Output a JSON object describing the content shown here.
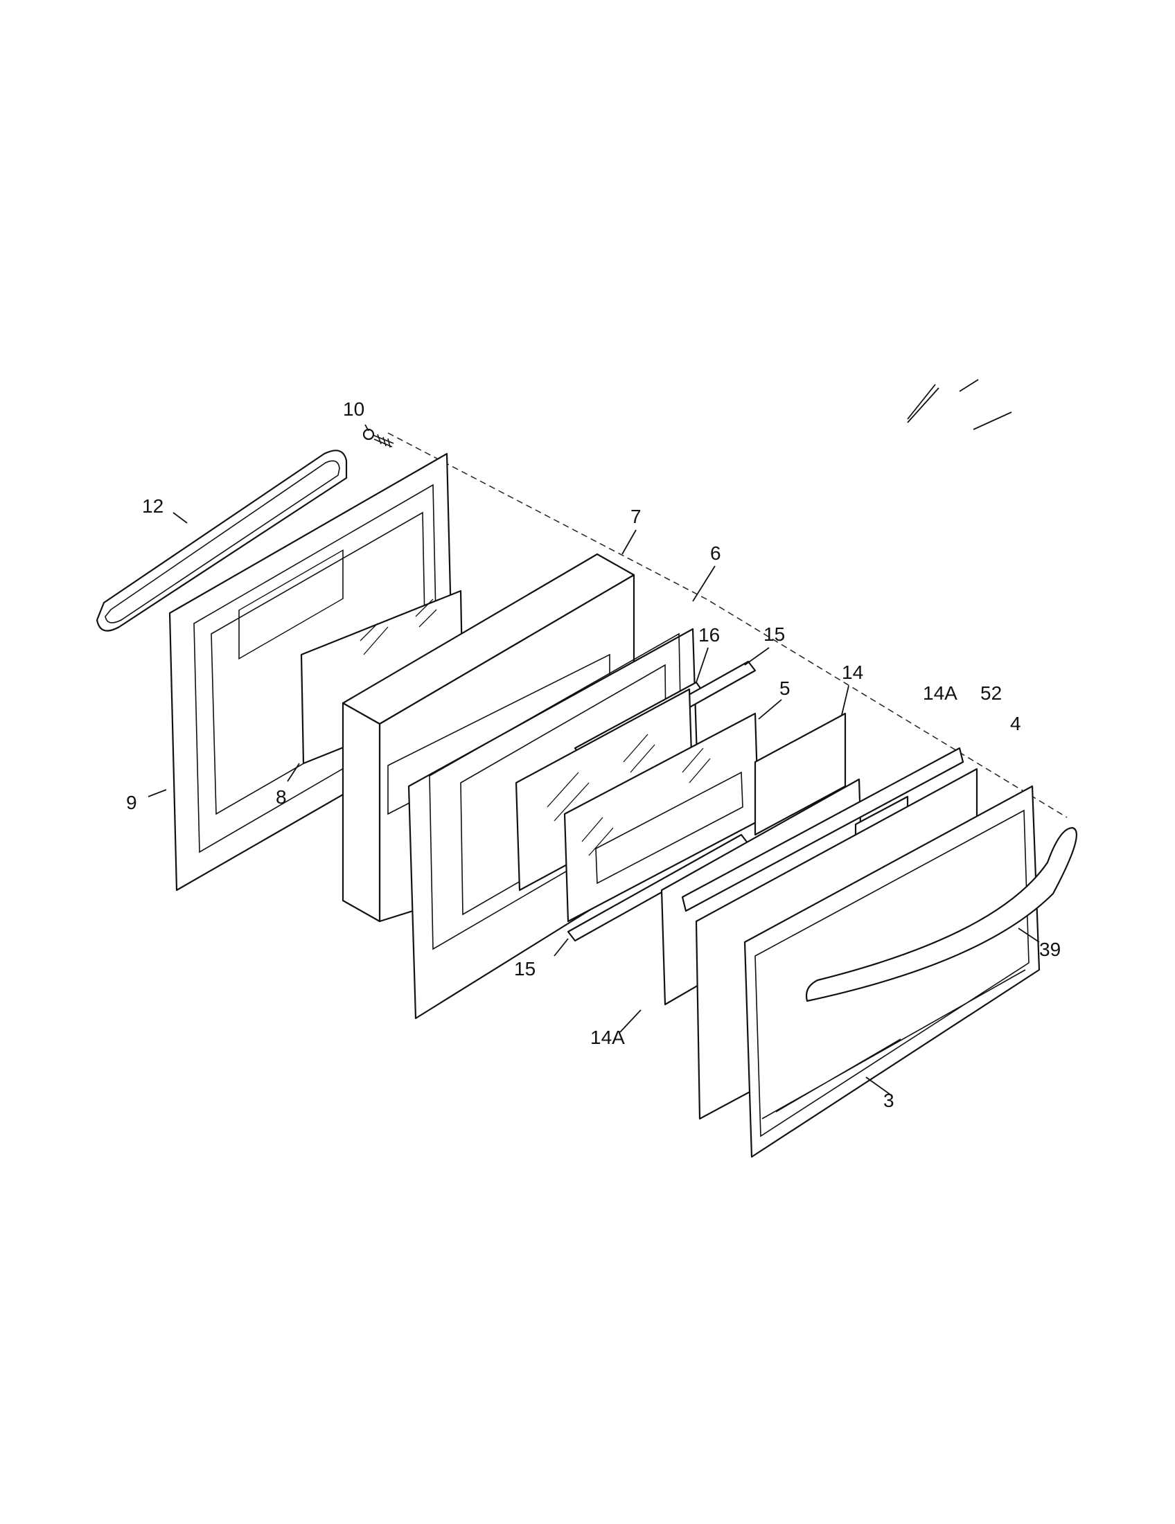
{
  "diagram": {
    "part_labels": {
      "p10": "10",
      "p12": "12",
      "p9": "9",
      "p8": "8",
      "p7": "7",
      "p6": "6",
      "p16": "16",
      "p15_top": "15",
      "p5": "5",
      "p14": "14",
      "p14A_top": "14A",
      "p52": "52",
      "p4": "4",
      "p39": "39",
      "p15_bottom": "15",
      "p14A_bottom": "14A",
      "p3": "3"
    }
  }
}
